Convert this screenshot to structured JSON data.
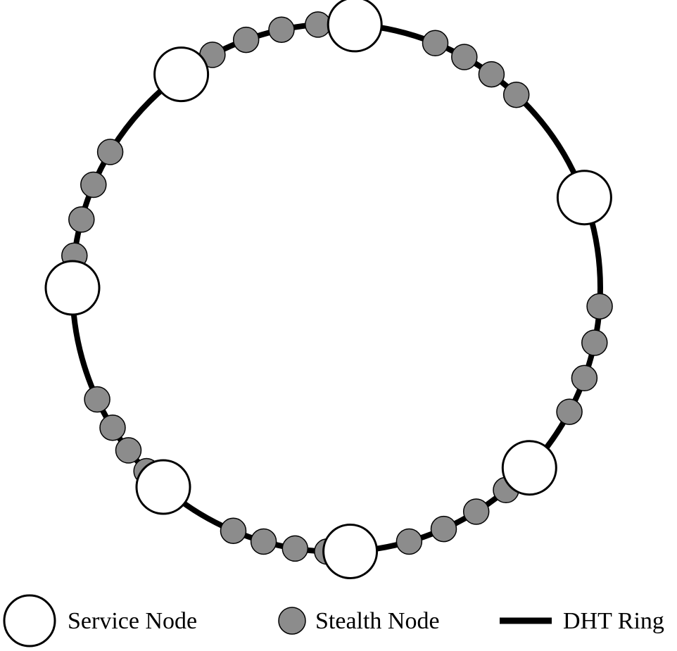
{
  "diagram": {
    "ring": {
      "service_node_angles_deg": [
        -86,
        -20,
        43,
        87,
        131,
        180,
        234
      ],
      "stealth_node_angles_deg": [
        -68,
        -61,
        -54,
        -47,
        4,
        12,
        20,
        28,
        50,
        58,
        66,
        74,
        92,
        99,
        106,
        113,
        136,
        142,
        148,
        155,
        187,
        195,
        203,
        211,
        242,
        250,
        258,
        266
      ]
    },
    "colors": {
      "ring_stroke": "#000000",
      "service_fill": "#ffffff",
      "service_stroke": "#000000",
      "stealth_fill": "#8c8c8c",
      "stealth_stroke": "#000000",
      "background": "#ffffff"
    }
  },
  "legend": {
    "service_label": "Service Node",
    "stealth_label": "Stealth Node",
    "ring_label": "DHT Ring"
  }
}
